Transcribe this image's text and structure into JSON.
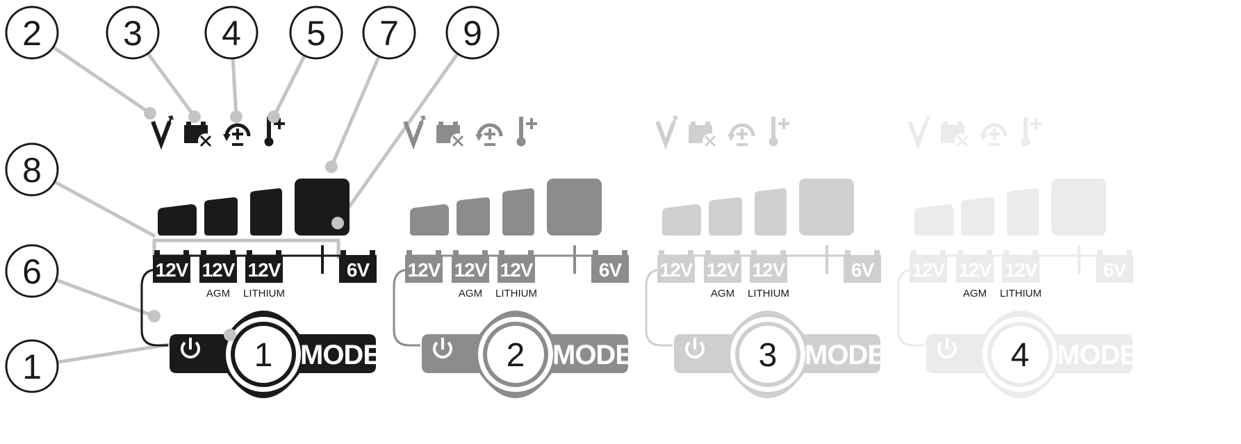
{
  "callouts": [
    "2",
    "3",
    "4",
    "5",
    "7",
    "9",
    "8",
    "6",
    "1"
  ],
  "panels": [
    {
      "step": "1",
      "color": "#1a1a1a"
    },
    {
      "step": "2",
      "color": "#8c8c8d"
    },
    {
      "step": "3",
      "color": "#cfcfd0"
    },
    {
      "step": "4",
      "color": "#ebebeb"
    }
  ],
  "battery_labels": [
    "12V",
    "12V",
    "12V",
    "6V"
  ],
  "battery_sublabels": [
    "",
    "AGM",
    "LITHIUM",
    ""
  ],
  "status_icons": [
    "voltage-icon",
    "battery-fault-icon",
    "recondition-icon",
    "temperature-icon"
  ],
  "mode_label": "MODE",
  "callout_line_color": "#c4c4c4"
}
